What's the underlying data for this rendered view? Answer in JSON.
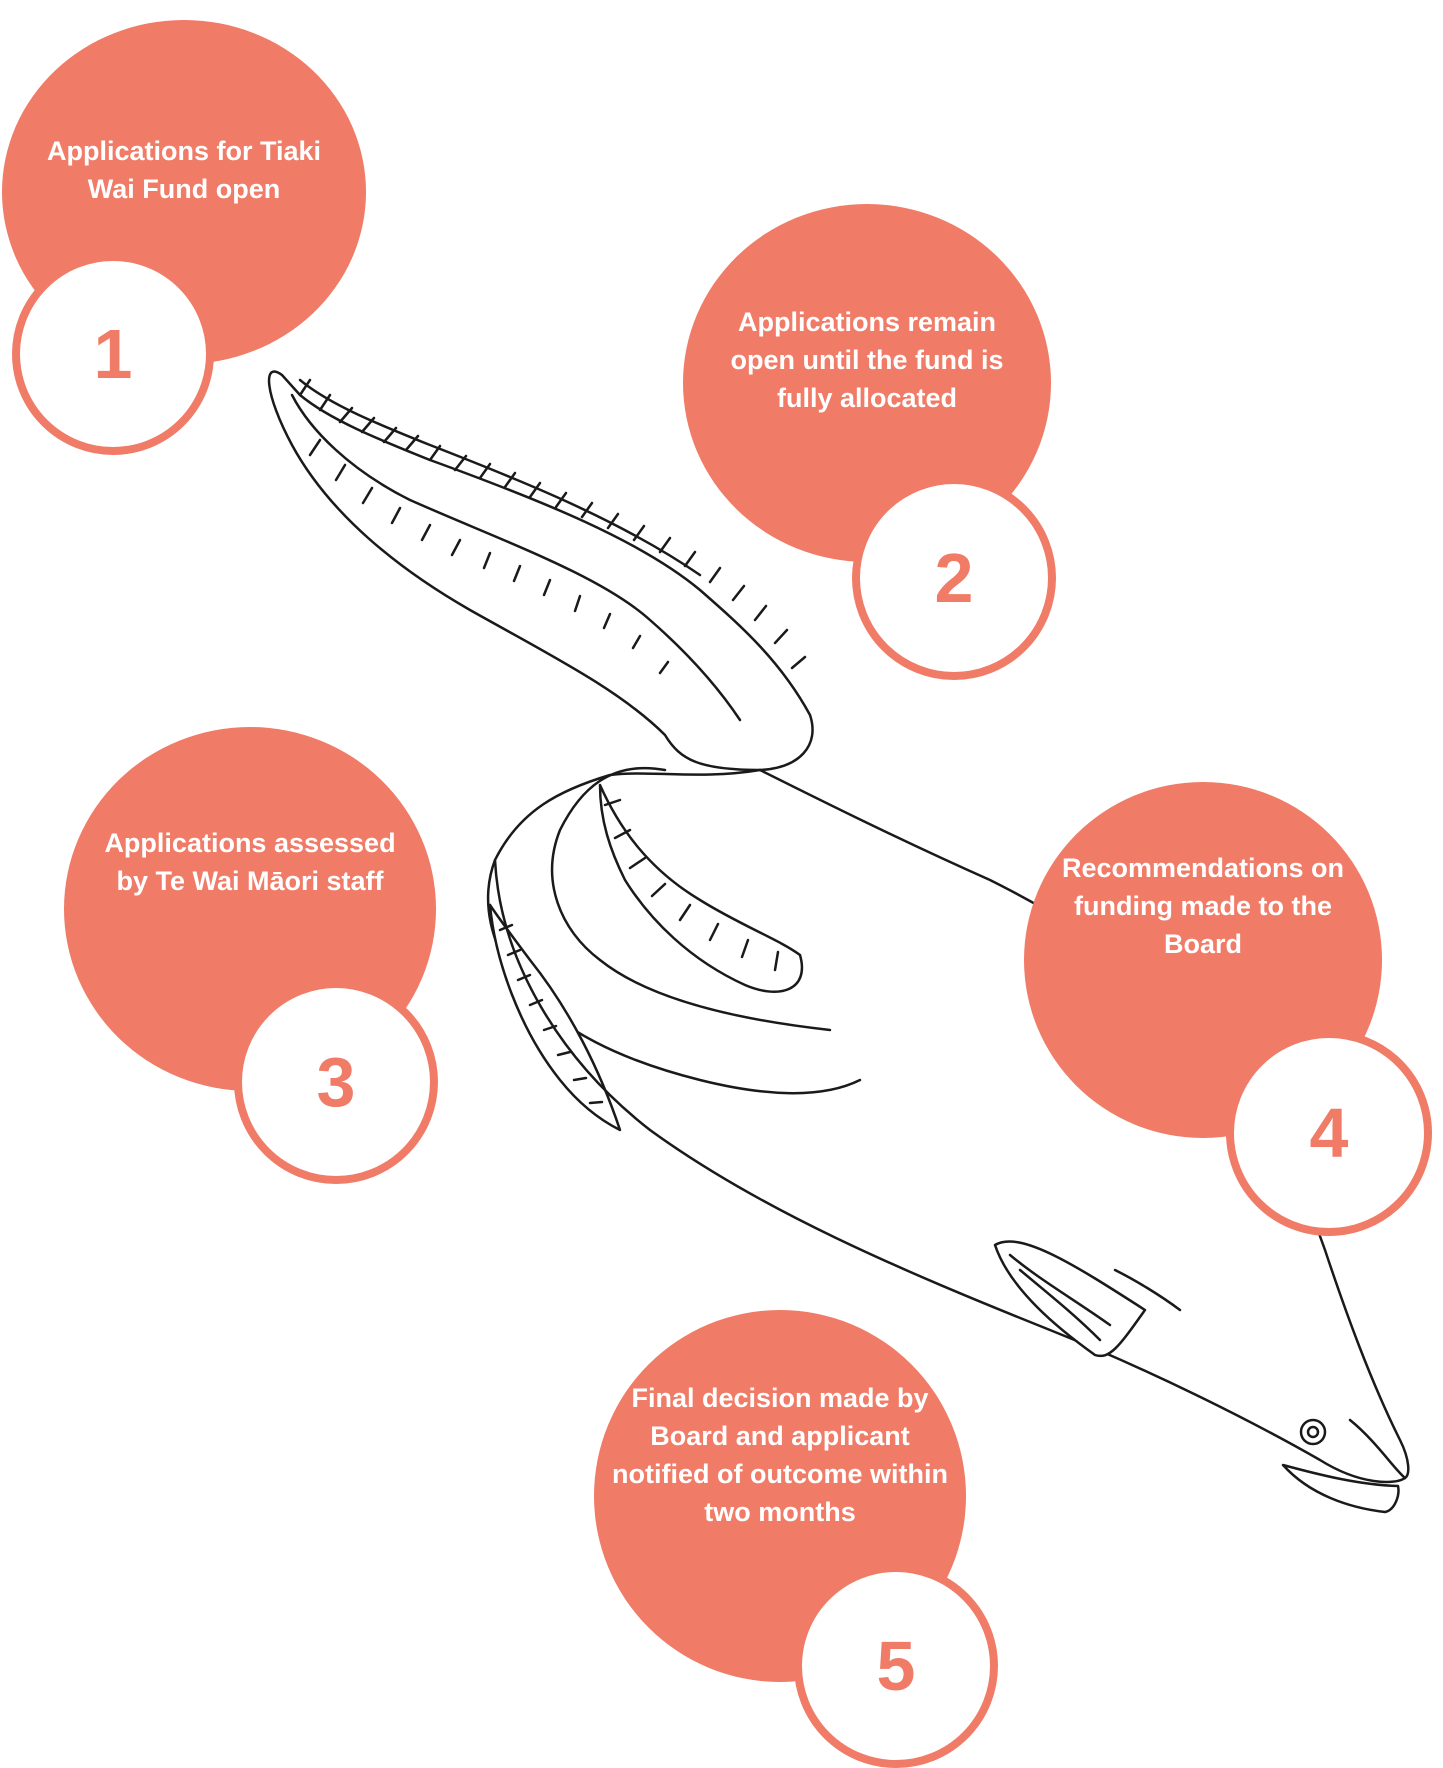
{
  "colors": {
    "accent": "#F07B67",
    "outline": "#1a1a1a",
    "background": "#ffffff"
  },
  "illustration": {
    "icon": "eel-icon"
  },
  "steps": [
    {
      "number": "1",
      "text": "Applications for Tiaki Wai Fund open"
    },
    {
      "number": "2",
      "text": "Applications remain open until the fund is fully allocated"
    },
    {
      "number": "3",
      "text": "Applications assessed by Te Wai Māori staff"
    },
    {
      "number": "4",
      "text": "Recommendations on funding made to the Board"
    },
    {
      "number": "5",
      "text": "Final decision made by Board and applicant notified of outcome within two months"
    }
  ]
}
